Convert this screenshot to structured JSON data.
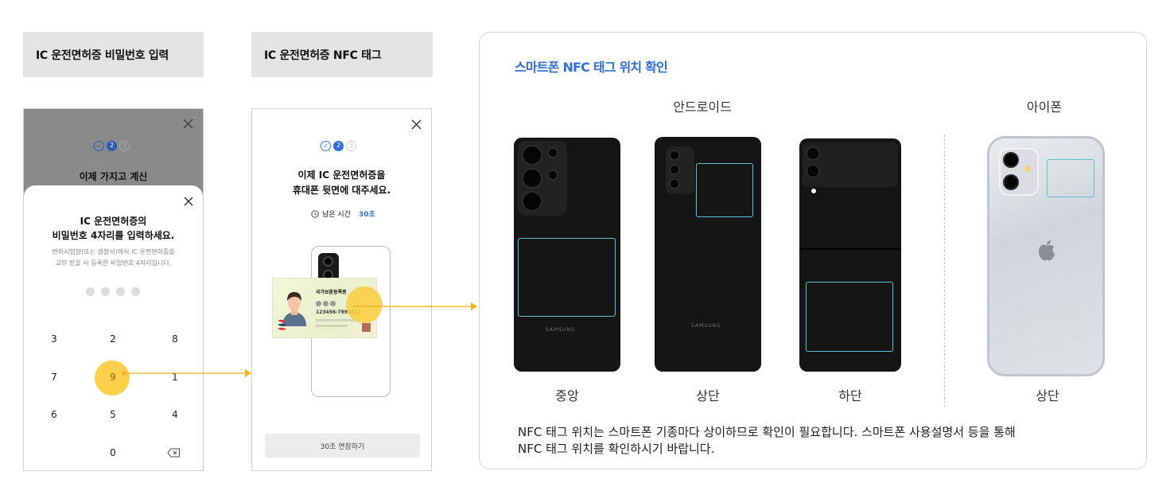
{
  "left_titles": {
    "pin_title": "IC 운전면허증 비밀번호 입력",
    "nfc_title": "IC 운전면허증 NFC 태그"
  },
  "screen1": {
    "close_icon": "close-icon",
    "steps": [
      "✓",
      "2",
      "3"
    ],
    "bg_title": "이제 가지고 계신",
    "sheet_title_line1": "IC 운전면허증의",
    "sheet_title_line2": "비밀번호 4자리를 입력하세요.",
    "sheet_desc_line1": "면허시험장(또는 경찰서)에서 IC 운전면허증을",
    "sheet_desc_line2": "교부 받을 시 등록한 비밀번호 4자리입니다.",
    "keys": [
      "3",
      "2",
      "8",
      "7",
      "9",
      "1",
      "6",
      "5",
      "4",
      "0"
    ],
    "backspace_icon": "backspace-icon"
  },
  "screen2": {
    "steps": [
      "✓",
      "2",
      "3"
    ],
    "title_line1": "이제 IC 운전면허증을",
    "title_line2": "휴대폰 뒷면에 대주세요.",
    "timer_label": "남은 시간",
    "timer_value": "30초",
    "card_title": "국가보훈등록증",
    "card_number": "123456-7891012",
    "extend_button": "30초 연장하기"
  },
  "panel": {
    "title": "스마트폰 NFC 태그 위치 확인",
    "android_label": "안드로이드",
    "iphone_label": "아이폰",
    "phones": [
      {
        "label": "중앙",
        "brand": "SAMSUNG"
      },
      {
        "label": "상단",
        "brand": "SAMSUNG"
      },
      {
        "label": "하단"
      },
      {
        "label": "상단"
      }
    ],
    "note_line1": "NFC 태그 위치는 스마트폰 기종마다 상이하므로 확인이 필요합니다. 스마트폰 사용설명서 등을 통해",
    "note_line2": "NFC 태그 위치를 확인하시기 바랍니다."
  },
  "colors": {
    "accent_blue": "#2f6fe0",
    "highlight_yellow": "#fcd04b",
    "arrow_orange": "#f5b119",
    "nfc_outline": "#5fc0d3"
  }
}
